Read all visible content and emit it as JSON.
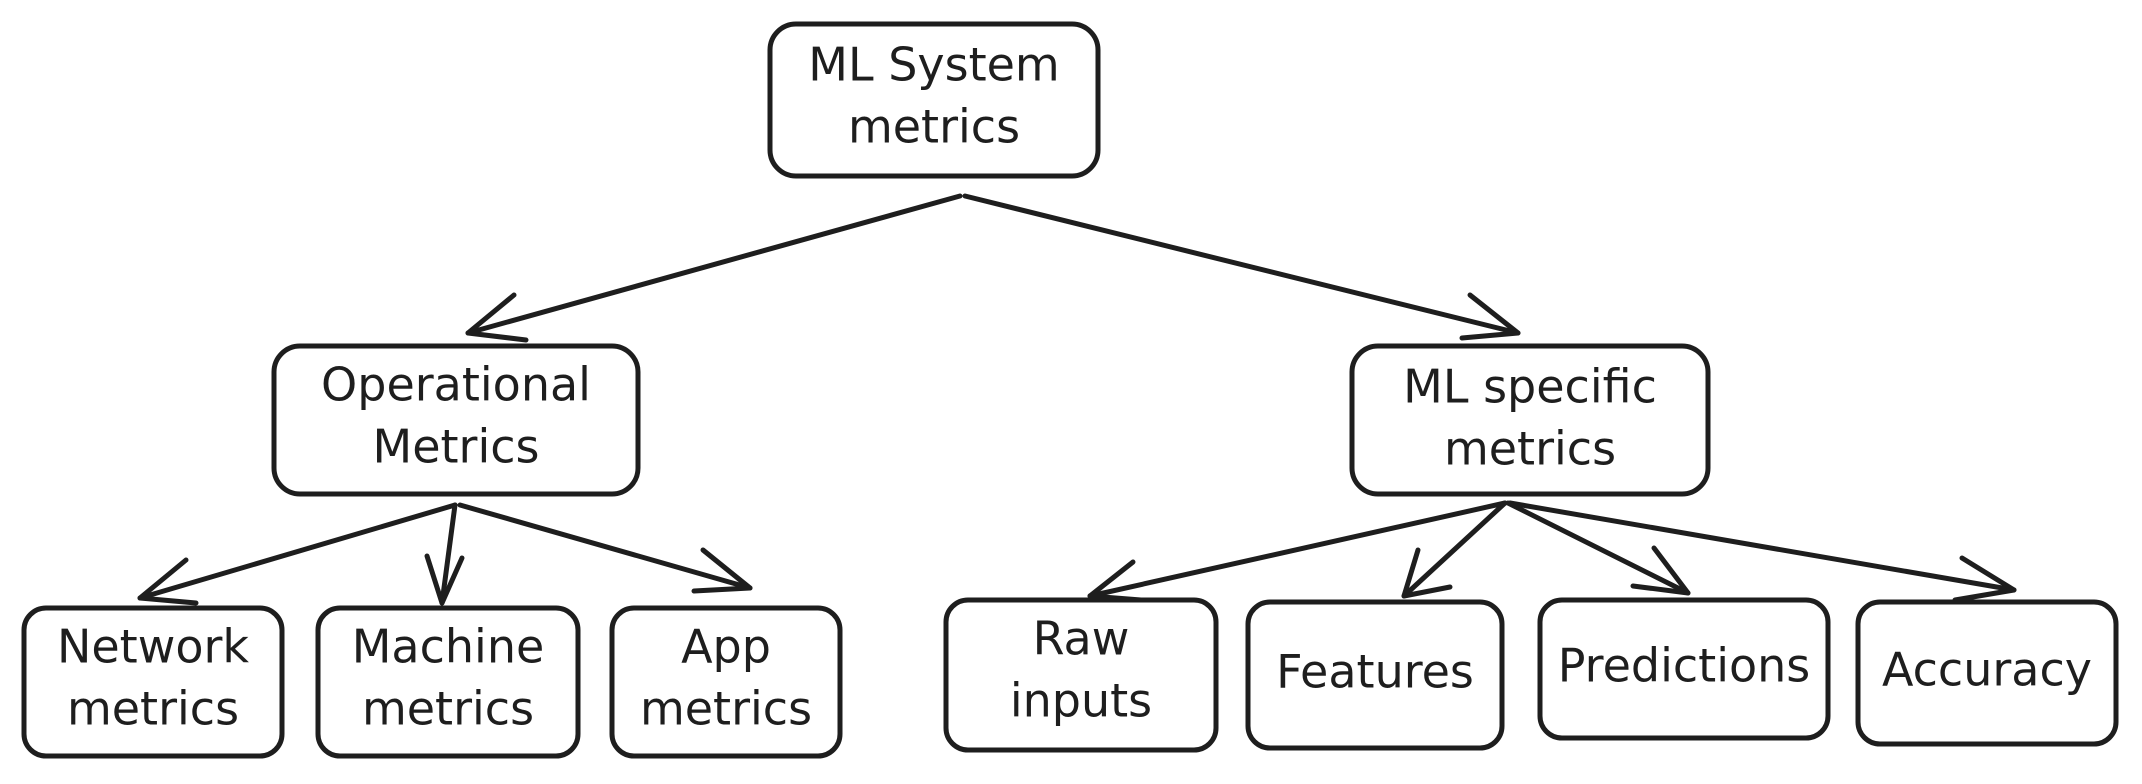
{
  "diagram": {
    "nodes": {
      "root": {
        "line1": "ML System",
        "line2": "metrics"
      },
      "operational": {
        "line1": "Operational",
        "line2": "Metrics"
      },
      "ml_specific": {
        "line1": "ML specific",
        "line2": "metrics"
      },
      "network": {
        "line1": "Network",
        "line2": "metrics"
      },
      "machine": {
        "line1": "Machine",
        "line2": "metrics"
      },
      "app": {
        "line1": "App",
        "line2": "metrics"
      },
      "raw_inputs": {
        "line1": "Raw",
        "line2": "inputs"
      },
      "features": {
        "line1": "Features"
      },
      "predictions": {
        "line1": "Predictions"
      },
      "accuracy": {
        "line1": "Accuracy"
      }
    },
    "edges": [
      {
        "from": "root",
        "to": "operational"
      },
      {
        "from": "root",
        "to": "ml_specific"
      },
      {
        "from": "operational",
        "to": "network"
      },
      {
        "from": "operational",
        "to": "machine"
      },
      {
        "from": "operational",
        "to": "app"
      },
      {
        "from": "ml_specific",
        "to": "raw_inputs"
      },
      {
        "from": "ml_specific",
        "to": "features"
      },
      {
        "from": "ml_specific",
        "to": "predictions"
      },
      {
        "from": "ml_specific",
        "to": "accuracy"
      }
    ]
  }
}
